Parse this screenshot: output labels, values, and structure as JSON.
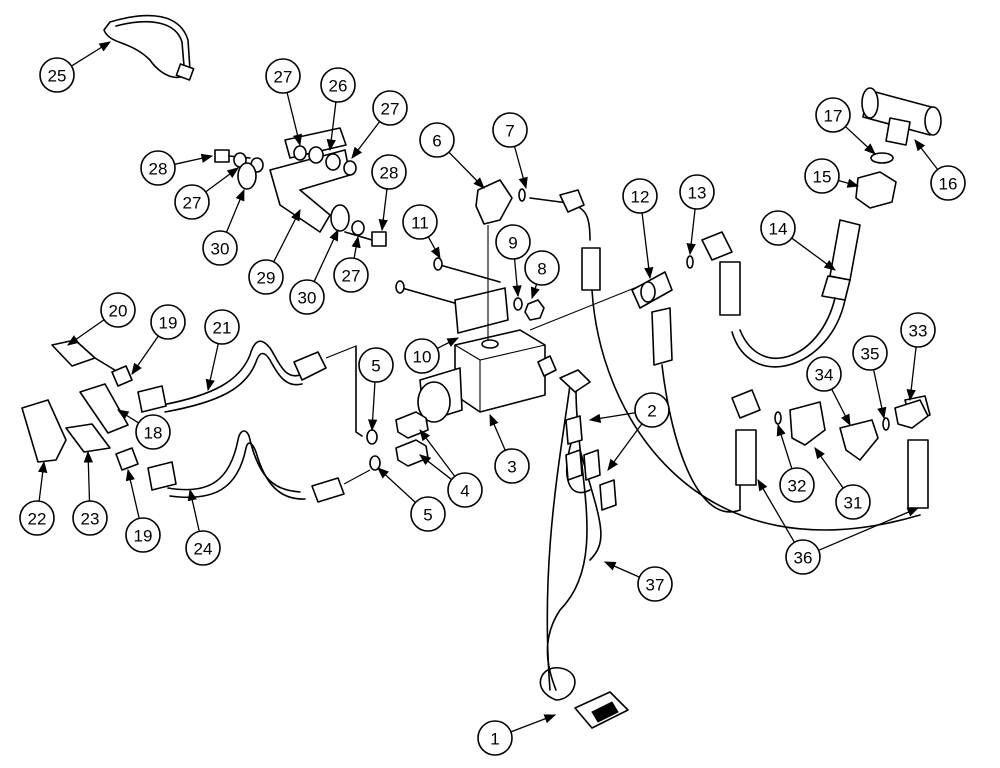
{
  "callouts": {
    "c1": "1",
    "c2": "2",
    "c3": "3",
    "c4a": "4",
    "c4b": "4",
    "c5a": "5",
    "c5b": "5",
    "c6": "6",
    "c7": "7",
    "c8": "8",
    "c9": "9",
    "c10": "10",
    "c11": "11",
    "c12": "12",
    "c13": "13",
    "c14": "14",
    "c15": "15",
    "c16": "16",
    "c17": "17",
    "c18": "18",
    "c19a": "19",
    "c19b": "19",
    "c20": "20",
    "c21": "21",
    "c22": "22",
    "c23": "23",
    "c24": "24",
    "c25": "25",
    "c26": "26",
    "c27a": "27",
    "c27b": "27",
    "c27c": "27",
    "c27d": "27",
    "c28a": "28",
    "c28b": "28",
    "c29": "29",
    "c30a": "30",
    "c30b": "30",
    "c31": "31",
    "c32": "32",
    "c33": "33",
    "c34": "34",
    "c35": "35",
    "c36": "36",
    "c37": "37"
  },
  "colors": {
    "line": "#000000",
    "background": "#ffffff"
  }
}
